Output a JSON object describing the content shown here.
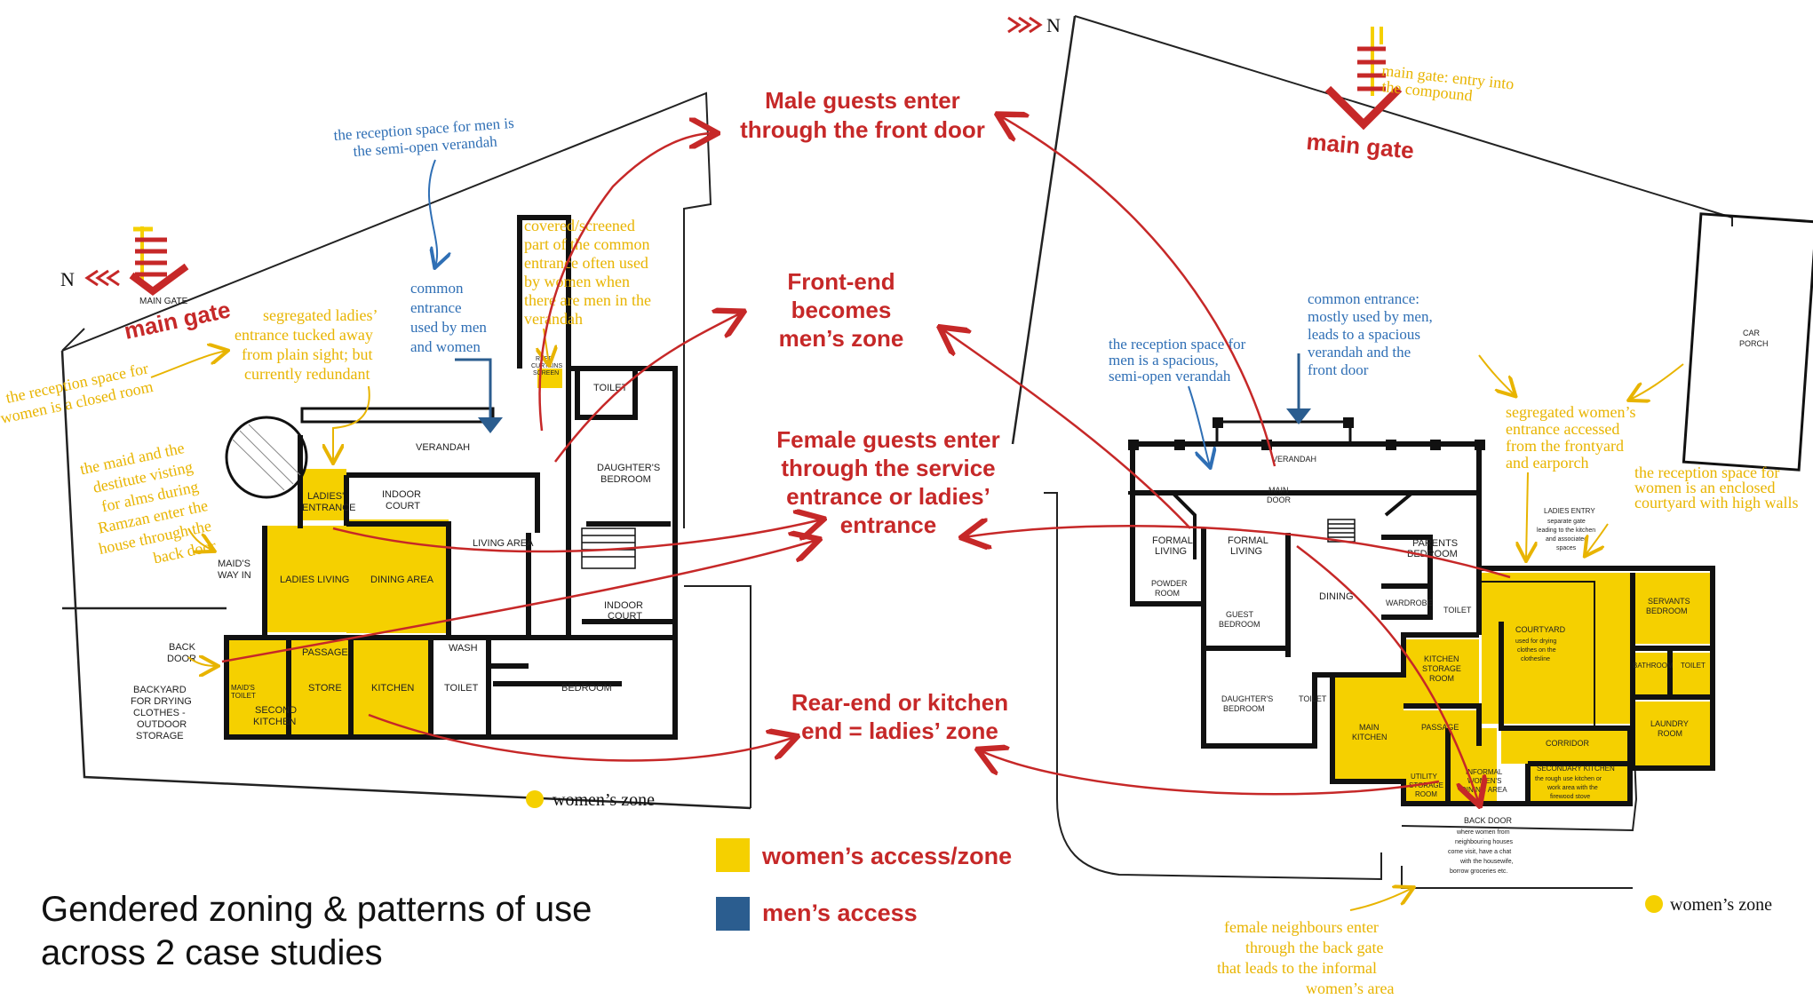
{
  "title": {
    "line1": "Gendered zoning & patterns of use",
    "line2": "across 2 case studies"
  },
  "colors": {
    "women": "#f5d000",
    "men": "#2b5d8f",
    "arrow": "#c62828",
    "note_blue": "#2f6fb5",
    "note_yellow": "#e8b400"
  },
  "legend": {
    "women_access": "women’s access/zone",
    "men_access": "men’s access"
  },
  "center_labels": {
    "male_guests_1": "Male guests enter",
    "male_guests_2": "through the front door",
    "front_end_1": "Front-end",
    "front_end_2": "becomes",
    "front_end_3": "men’s zone",
    "female_guests_1": "Female guests enter",
    "female_guests_2": "through the service",
    "female_guests_3": "entrance or ladies’",
    "female_guests_4": "entrance",
    "rear_end_1": "Rear-end or kitchen",
    "rear_end_2": "end = ladies’ zone"
  },
  "case1": {
    "north": "N",
    "main_gate_small": "MAIN GATE",
    "main_gate": "main gate",
    "womens_zone": "women’s zone",
    "notes": {
      "reception_men_1": "the reception space for men is",
      "reception_men_2": "the semi-open verandah",
      "common_entrance_1": "common",
      "common_entrance_2": "entrance",
      "common_entrance_3": "used by men",
      "common_entrance_4": "and women",
      "covered_1": "covered/screened",
      "covered_2": "part of the common",
      "covered_3": "entrance often used",
      "covered_4": "by women when",
      "covered_5": "there are men in the",
      "covered_6": "verandah",
      "segregated_1": "segregated ladies’",
      "segregated_2": "entrance tucked away",
      "segregated_3": "from plain sight; but",
      "segregated_4": "currently redundant",
      "reception_women_1": "the reception space for",
      "reception_women_2": "women is a closed room",
      "maid_1": "the maid and the",
      "maid_2": "destitute visting",
      "maid_3": "for alms during",
      "maid_4": "Ramzan enter the",
      "maid_5": "house through the",
      "maid_6": "back door"
    },
    "rooms": {
      "verandah": "VERANDAH",
      "toilet_1": "TOILET",
      "daughters_bedroom_1": "DAUGHTER'S",
      "daughters_bedroom_2": "BEDROOM",
      "reed_1": "REED",
      "reed_2": "CURTAINS",
      "reed_3": "SCREEN",
      "ladies_entrance_1": "LADIES'",
      "ladies_entrance_2": "ENTRANCE",
      "indoor_court_1": "INDOOR",
      "indoor_court_2": "COURT",
      "living_area": "LIVING AREA",
      "ladies_living": "LADIES LIVING",
      "dining_area": "DINING AREA",
      "indoor_court2_1": "INDOOR",
      "indoor_court2_2": "COURT",
      "maids_way_1": "MAID'S",
      "maids_way_2": "WAY IN",
      "back_door_1": "BACK",
      "back_door_2": "DOOR",
      "passage": "PASSAGE",
      "wash": "WASH",
      "maids_toilet_1": "MAID'S",
      "maids_toilet_2": "TOILET",
      "second_kitchen_1": "SECOND",
      "second_kitchen_2": "KITCHEN",
      "store": "STORE",
      "kitchen": "KITCHEN",
      "toilet_2": "TOILET",
      "bedroom": "BEDROOM",
      "backyard_1": "BACKYARD",
      "backyard_2": "FOR DRYING",
      "backyard_3": "CLOTHES -",
      "backyard_4": "OUTDOOR",
      "backyard_5": "STORAGE"
    }
  },
  "case2": {
    "north": "N",
    "main_gate": "main gate",
    "womens_zone": "women’s zone",
    "notes": {
      "main_gate_entry_1": "main gate: entry into",
      "main_gate_entry_2": "the compound",
      "common_1": "common entrance:",
      "common_2": "mostly used by men,",
      "common_3": "leads to a spacious",
      "common_4": "verandah and the",
      "common_5": "front door",
      "reception_men_1": "the reception space for",
      "reception_men_2": "men is a spacious,",
      "reception_men_3": "semi-open verandah",
      "segregated_1": "segregated women’s",
      "segregated_2": "entrance accessed",
      "segregated_3": "from the frontyard",
      "segregated_4": "and earporch",
      "reception_women_1": "the reception space for",
      "reception_women_2": "women is an enclosed",
      "reception_women_3": "courtyard with high walls",
      "neighbours_1": "female neighbours enter",
      "neighbours_2": "through the back gate",
      "neighbours_3": "that leads to the informal",
      "neighbours_4": "women’s area"
    },
    "rooms": {
      "car_porch_1": "CAR",
      "car_porch_2": "PORCH",
      "verandah": "VERANDAH",
      "main_door_1": "MAIN",
      "main_door_2": "DOOR",
      "formal_living_1a": "FORMAL",
      "formal_living_1b": "LIVING",
      "formal_living_2a": "FORMAL",
      "formal_living_2b": "LIVING",
      "powder_room_1": "POWDER",
      "powder_room_2": "ROOM",
      "guest_bedroom_1": "GUEST",
      "guest_bedroom_2": "BEDROOM",
      "dining": "DINING",
      "parents_bedroom_1": "PARENTS",
      "parents_bedroom_2": "BEDROOM",
      "wardrobe": "WARDROBE",
      "toilet_1": "TOILET",
      "ladies_entry_1": "LADIES ENTRY",
      "ladies_entry_2": "separate gate",
      "ladies_entry_3": "leading to the kitchen",
      "ladies_entry_4": "and associated",
      "ladies_entry_5": "spaces",
      "daughters_bedroom_1": "DAUGHTER'S",
      "daughters_bedroom_2": "BEDROOM",
      "toilet_2": "TOILET",
      "kitchen_storage_1": "KITCHEN",
      "kitchen_storage_2": "STORAGE",
      "kitchen_storage_3": "ROOM",
      "courtyard_1": "COURTYARD",
      "courtyard_2": "used for drying",
      "courtyard_3": "clothes on the",
      "courtyard_4": "clothesline",
      "servants_bedroom_1": "SERVANTS",
      "servants_bedroom_2": "BEDROOM",
      "bathroom": "BATHROOM",
      "toilet_3": "TOILET",
      "laundry_1": "LAUNDRY",
      "laundry_2": "ROOM",
      "main_kitchen_1": "MAIN",
      "main_kitchen_2": "KITCHEN",
      "passage": "PASSAGE",
      "corridor": "CORRIDOR",
      "utility_1": "UTILITY",
      "utility_2": "STORAGE",
      "utility_3": "ROOM",
      "informal_1": "INFORMAL",
      "informal_2": "WOMEN'S",
      "informal_3": "DINING AREA",
      "secondary_kitchen_1": "SECONDARY KITCHEN",
      "secondary_kitchen_2": "the rough use kitchen or",
      "secondary_kitchen_3": "work area with the",
      "secondary_kitchen_4": "firewood stove",
      "back_door_1": "BACK DOOR",
      "back_door_2": "where women from",
      "back_door_3": "neighbouring houses",
      "back_door_4": "come visit, have a chat",
      "back_door_5": "with the housewife,",
      "back_door_6": "borrow groceries etc."
    }
  }
}
